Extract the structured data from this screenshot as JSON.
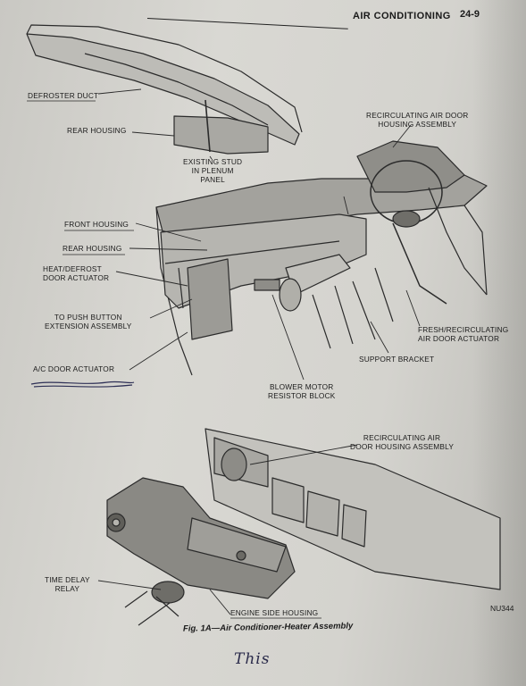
{
  "header": {
    "section_title": "AIR CONDITIONING",
    "page_number": "24-9"
  },
  "figure": {
    "caption": "Fig. 1A—Air Conditioner-Heater Assembly",
    "figure_code": "NU344",
    "labels": {
      "defroster_duct": "DEFROSTER DUCT",
      "rear_housing_top": "REAR HOUSING",
      "existing_stud": [
        "EXISTING STUD",
        "IN PLENUM",
        "PANEL"
      ],
      "recirc_housing_top": [
        "RECIRCULATING AIR DOOR",
        "HOUSING ASSEMBLY"
      ],
      "front_housing": "FRONT HOUSING",
      "rear_housing_mid": "REAR HOUSING",
      "heat_defrost_actuator": [
        "HEAT/DEFROST",
        "DOOR ACTUATOR"
      ],
      "push_button": [
        "TO PUSH BUTTON",
        "EXTENSION ASSEMBLY"
      ],
      "fresh_recirc_actuator": [
        "FRESH/RECIRCULATING",
        "AIR DOOR ACTUATOR"
      ],
      "support_bracket": "SUPPORT BRACKET",
      "ac_door_actuator": "A/C DOOR ACTUATOR",
      "blower_resistor": [
        "BLOWER MOTOR",
        "RESISTOR BLOCK"
      ],
      "recirc_housing_bottom": [
        "RECIRCULATING AIR",
        "DOOR HOUSING ASSEMBLY"
      ],
      "time_delay_relay": [
        "TIME DELAY",
        "RELAY"
      ],
      "engine_side_housing": "ENGINE SIDE HOUSING"
    }
  },
  "handwritten_note": "This"
}
